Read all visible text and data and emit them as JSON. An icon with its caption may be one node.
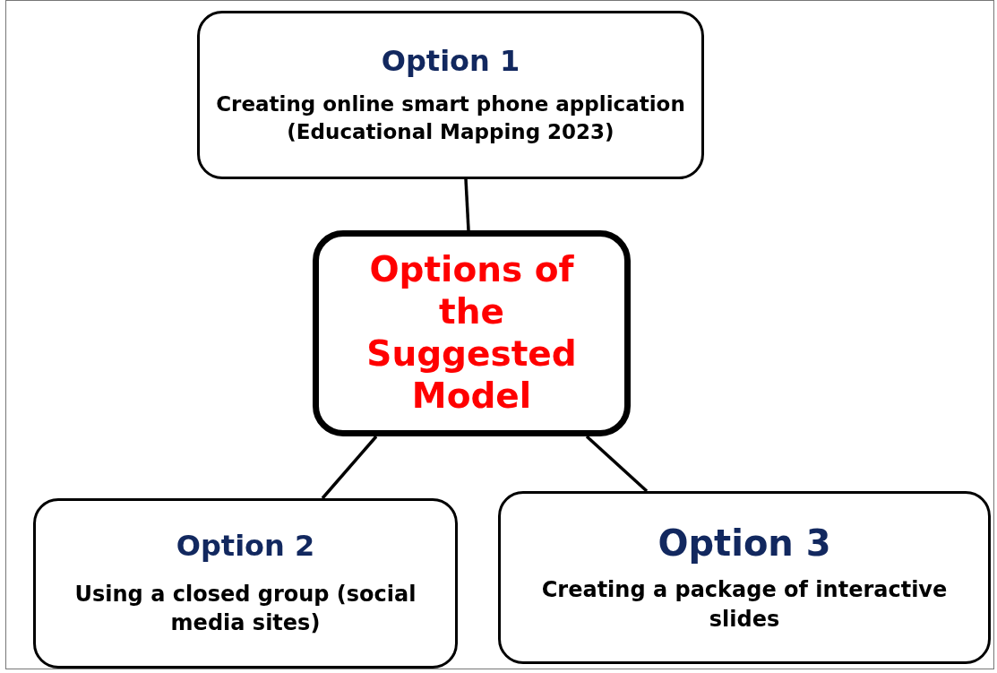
{
  "diagram": {
    "nodes": [
      {
        "text": [
          "Option 1",
          "Creating online smart phone application (Educational Mapping 2023)"
        ]
      },
      {
        "text": [
          "Options of the Suggested Model"
        ]
      },
      {
        "text": [
          "Option 2",
          "Using a closed group (social media sites)"
        ]
      },
      {
        "text": [
          "Option 3",
          "Creating a package of interactive slides"
        ]
      }
    ],
    "edges": [
      {
        "from": 0,
        "to": 1,
        "arrow": "none"
      },
      {
        "from": 1,
        "to": 2,
        "arrow": "none"
      },
      {
        "from": 1,
        "to": 3,
        "arrow": "none"
      }
    ]
  }
}
